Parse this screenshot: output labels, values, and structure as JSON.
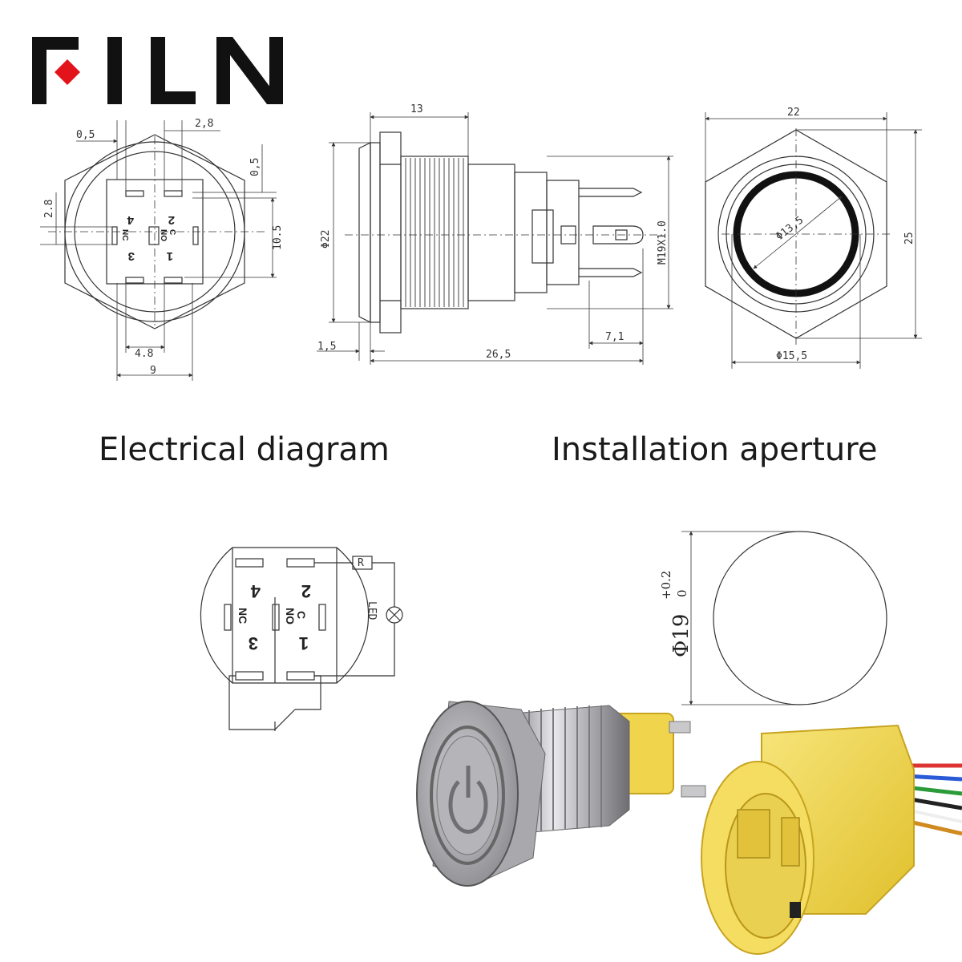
{
  "brand": {
    "logo_text": "FILN",
    "accent": "#e3131b"
  },
  "captions": {
    "electrical": "Electrical diagram",
    "installation": "Installation aperture"
  },
  "bottom_view": {
    "dims": {
      "top_left": "0,5",
      "top_right": "2,8",
      "right_small": "0,5",
      "left": "2.8",
      "right_height": "10.5",
      "bottom_inner": "4.8",
      "bottom_outer": "9"
    },
    "pins": {
      "p4": "4",
      "p2": "2",
      "nc": "NC",
      "no": "NO",
      "c": "C",
      "p3": "3",
      "p1": "1"
    }
  },
  "side_view": {
    "dims": {
      "top": "13",
      "diameter": "Φ22",
      "thread": "M19X1.0",
      "left_bottom": "1,5",
      "length": "26,5",
      "terminal": "7,1"
    }
  },
  "front_view": {
    "dims": {
      "top": "22",
      "ring": "Φ13,5",
      "right": "25",
      "bottom": "Φ15,5"
    }
  },
  "electrical": {
    "resistor": "R",
    "led": "LED",
    "pins": {
      "p4": "4",
      "p2": "2",
      "nc": "NC",
      "no": "NO",
      "c": "C",
      "p3": "3",
      "p1": "1"
    }
  },
  "aperture": {
    "diameter": "Φ19",
    "tol_upper": "+0.2",
    "tol_lower": "0"
  },
  "colors": {
    "line": "#333333",
    "ring": "#111111",
    "yellow": "#f2d645",
    "steel": "#c8c8cc"
  }
}
